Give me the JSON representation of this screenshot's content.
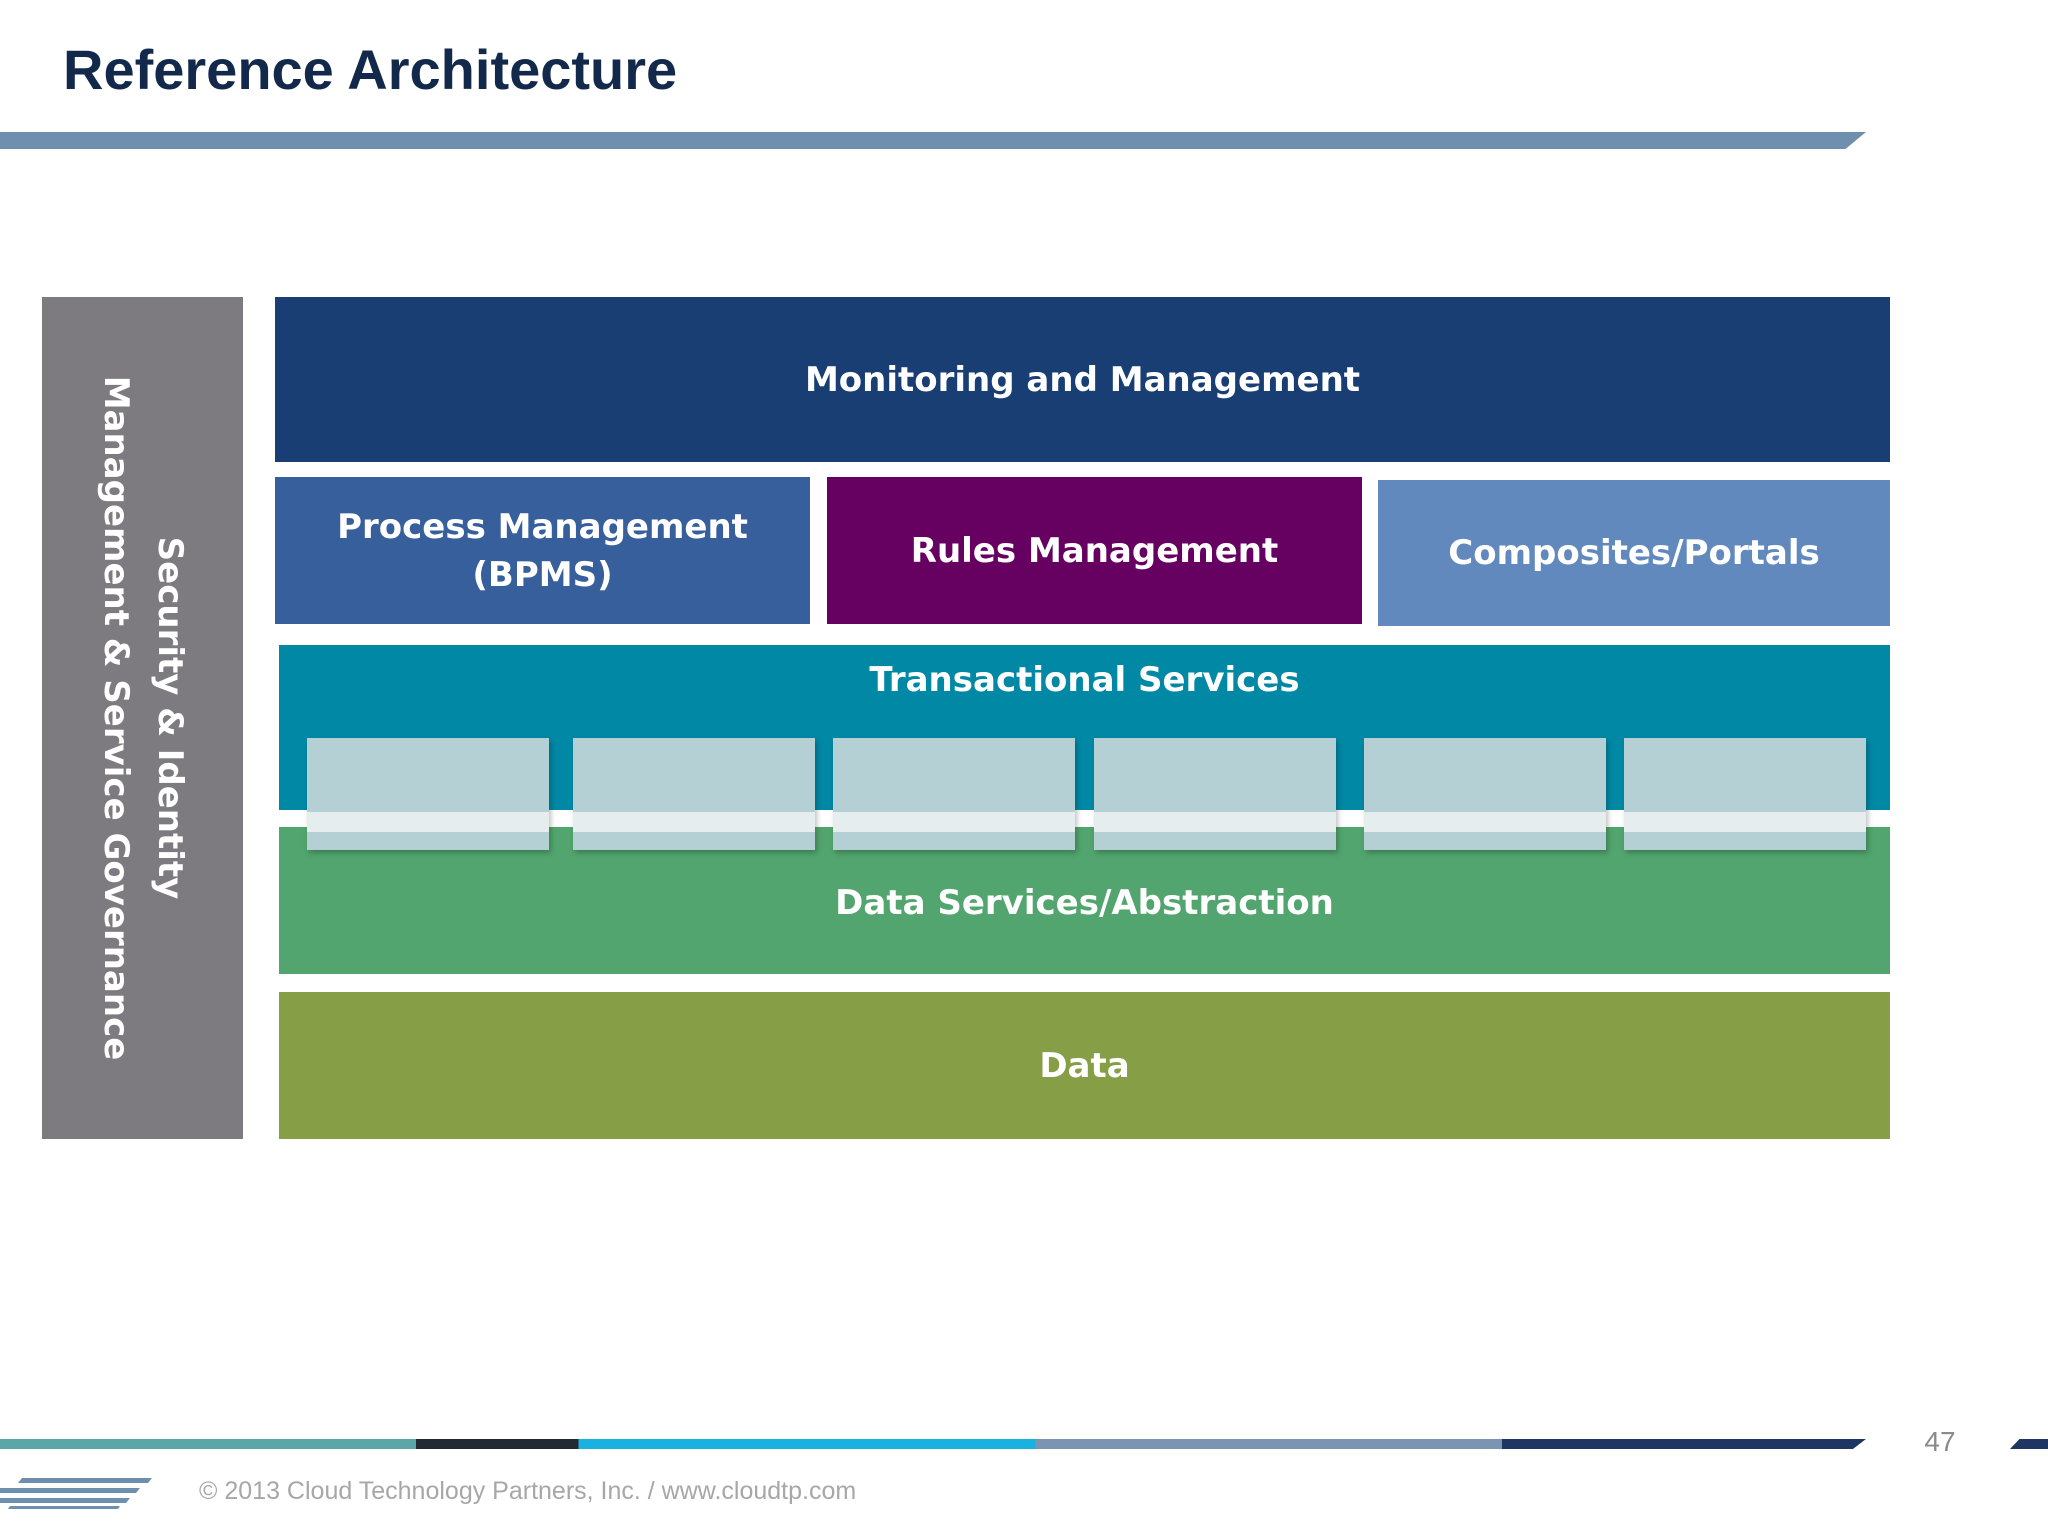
{
  "slide": {
    "title": "Reference Architecture",
    "page_number": "47",
    "footer": "© 2013 Cloud Technology Partners, Inc.  /  www.cloudtp.com"
  },
  "diagram": {
    "side_bar": {
      "line1": "Security & Identity",
      "line2": "Management & Service Governance"
    },
    "layers": {
      "monitoring": "Monitoring and Management",
      "process_line1": "Process Management",
      "process_line2": "(BPMS)",
      "rules": "Rules Management",
      "composites": "Composites/Portals",
      "transactional": "Transactional Services",
      "data_services": "Data Services/Abstraction",
      "data": "Data"
    }
  },
  "colors": {
    "title": "#13294b",
    "side_bar": "#7d7b7f",
    "monitoring": "#183e73",
    "process": "#365f9c",
    "rules": "#660061",
    "composites": "#6189bd",
    "transactional": "#0088a5",
    "data_services": "#52a56e",
    "data": "#869e45",
    "service_block": "#b5d0d5"
  }
}
